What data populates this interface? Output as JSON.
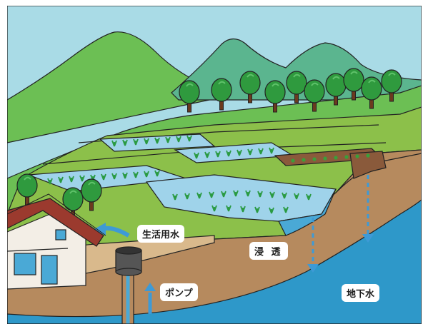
{
  "labels": {
    "domestic_water": "生活用水",
    "infiltration": "浸 透",
    "pump": "ポンプ",
    "groundwater": "地下水"
  },
  "icons": [
    "house",
    "well-pump",
    "tree",
    "rice-paddy",
    "vegetable-field",
    "mountain"
  ],
  "colors": {
    "sky": "#a9dbe6",
    "mountain": "#6cbf54",
    "mountain_far": "#5bb58f",
    "field_green": "#8cc04a",
    "soil": "#b68a5e",
    "groundwater": "#2e98c9",
    "paddy_water": "#9fd3ea",
    "arrow_blue": "#3e9ad6",
    "roof": "#9b3a2e",
    "tree": "#2f9a3e"
  }
}
